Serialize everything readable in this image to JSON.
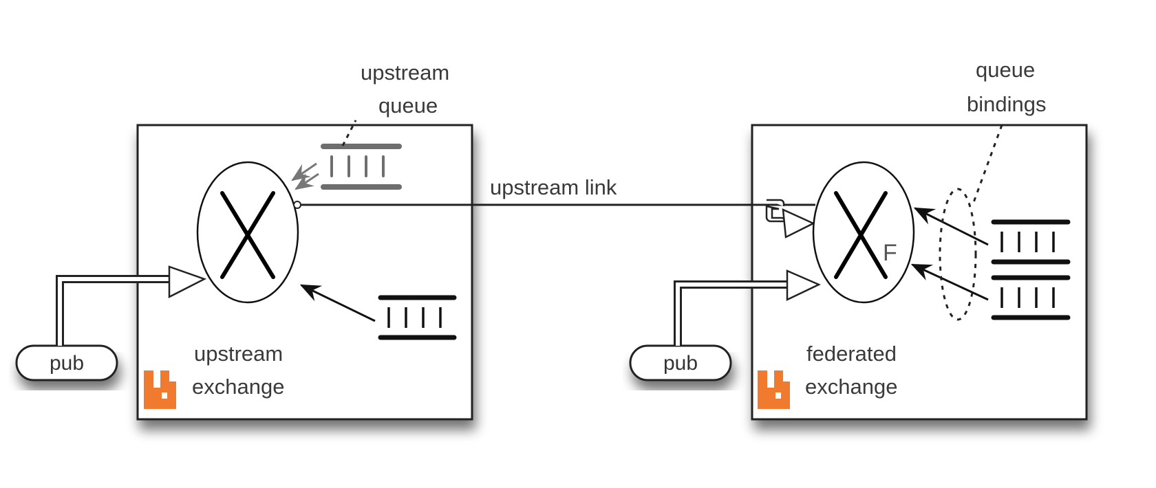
{
  "diagram": {
    "title": "Federated exchange with upstream link",
    "accent_color": "#f07a2e",
    "left_broker": {
      "label_line1": "upstream",
      "label_line2": "exchange",
      "exchange_symbol": "X",
      "publisher_label": "pub",
      "callout_line1": "upstream",
      "callout_line2": "queue",
      "logo": "rabbitmq-logo-icon"
    },
    "link": {
      "label": "upstream link"
    },
    "right_broker": {
      "label_line1": "federated",
      "label_line2": "exchange",
      "exchange_symbol": "X",
      "federated_marker": "F",
      "publisher_label": "pub",
      "callout_line1": "queue",
      "callout_line2": "bindings",
      "logo": "rabbitmq-logo-icon"
    }
  }
}
